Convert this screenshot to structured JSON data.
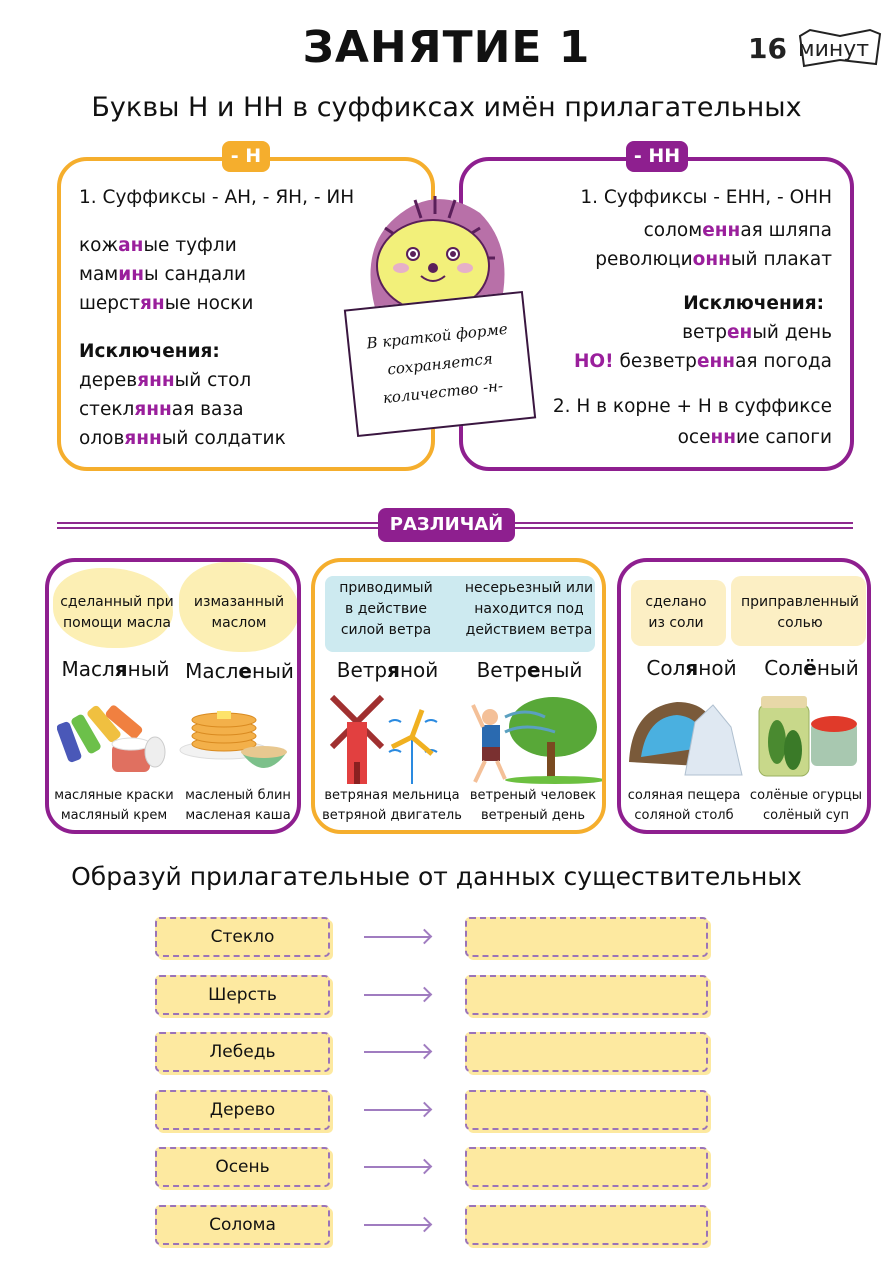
{
  "title": "ЗАНЯТИЕ 1",
  "logo": {
    "number": "16",
    "word": "минут"
  },
  "subtitle": "Буквы Н и НН в суффиксах имён прилагательных",
  "colors": {
    "orange": "#F5AE2D",
    "purple": "#8E1F8F",
    "highlight": "#9A1F9C",
    "word_box": "#FDE9A0"
  },
  "left_box": {
    "badge": "- Н",
    "rule": "1. Суффиксы - АН, - ЯН, - ИН",
    "examples": [
      {
        "pre": "кож",
        "hl": "ан",
        "post": "ые туфли"
      },
      {
        "pre": "мам",
        "hl": "ин",
        "post": "ы сандали"
      },
      {
        "pre": "шерст",
        "hl": "ян",
        "post": "ые носки"
      }
    ],
    "exceptions_label": "Исключения:",
    "exceptions": [
      {
        "pre": "дерев",
        "hl": "янн",
        "post": "ый стол"
      },
      {
        "pre": "стекл",
        "hl": "янн",
        "post": "ая ваза"
      },
      {
        "pre": "олов",
        "hl": "янн",
        "post": "ый солдатик"
      }
    ]
  },
  "right_box": {
    "badge": "- НН",
    "rule": "1. Суффиксы - ЕНН, - ОНН",
    "examples": [
      {
        "pre": "солом",
        "hl": "енн",
        "post": "ая шляпа"
      },
      {
        "pre": "революци",
        "hl": "онн",
        "post": "ый  плакат"
      }
    ],
    "exceptions_label": "Исключения:",
    "exceptions": [
      {
        "pre": "ветр",
        "hl": "ен",
        "post": "ый день"
      },
      {
        "lead": "НО!",
        "pre": " безветр",
        "hl": "енн",
        "post": "ая погода"
      }
    ],
    "rule2": "2. Н в корне + Н в суффиксе",
    "rule2_example": {
      "pre": "осе",
      "hl": "нн",
      "post": "ие сапоги"
    }
  },
  "hedgehog_sign": [
    "В краткой форме",
    "сохраняется",
    "количество -н-"
  ],
  "distinguish_badge": "РАЗЛИЧАЙ",
  "cards": [
    {
      "pairs": [
        {
          "definition": [
            "сделанный при",
            "помощи масла"
          ],
          "word": {
            "pre": "Масл",
            "hl": "я",
            "post": "ный"
          },
          "examples": [
            "масляные краски",
            "масляный крем"
          ],
          "picture": "paint-tubes-cream-icon"
        },
        {
          "definition": [
            "измазанный",
            "маслом"
          ],
          "word": {
            "pre": "Масл",
            "hl": "е",
            "post": "ный"
          },
          "examples": [
            "масленый блин",
            "масленая каша"
          ],
          "picture": "pancakes-porridge-icon"
        }
      ]
    },
    {
      "pairs": [
        {
          "definition": [
            "приводимый",
            "в действие",
            "силой ветра"
          ],
          "word": {
            "pre": "Ветр",
            "hl": "я",
            "post": "ной"
          },
          "examples": [
            "ветряная мельница",
            "ветряной двигатель"
          ],
          "picture": "windmill-icon"
        },
        {
          "definition": [
            "несерьезный или",
            "находится под",
            "действием ветра"
          ],
          "word": {
            "pre": "Ветр",
            "hl": "е",
            "post": "ный"
          },
          "examples": [
            "ветреный человек",
            "ветреный день"
          ],
          "picture": "windy-boy-tree-icon"
        }
      ]
    },
    {
      "pairs": [
        {
          "definition": [
            "сделано",
            "из соли"
          ],
          "word": {
            "pre": "Сол",
            "hl": "я",
            "post": "ной"
          },
          "examples": [
            "соляная пещера",
            "соляной столб"
          ],
          "picture": "salt-cave-icon"
        },
        {
          "definition": [
            "приправленный",
            "солью"
          ],
          "word": {
            "pre": "Сол",
            "hl": "ё",
            "post": "ный"
          },
          "examples": [
            "солёные огурцы",
            "солёный суп"
          ],
          "picture": "pickles-soup-icon"
        }
      ]
    }
  ],
  "exercise": {
    "title": "Образуй прилагательные от данных существительных",
    "nouns": [
      "Стекло",
      "Шерсть",
      "Лебедь",
      "Дерево",
      "Осень",
      "Солома"
    ],
    "answers": [
      "",
      "",
      "",
      "",
      "",
      ""
    ]
  }
}
